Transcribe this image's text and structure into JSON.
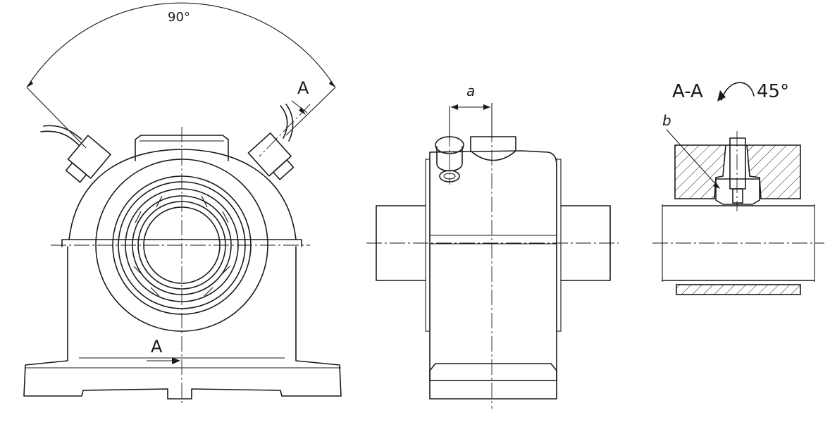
{
  "labels": {
    "angle_top": "90°",
    "section_mark_upper": "A",
    "section_mark_lower": "A",
    "dim_a": "a",
    "section_title_prefix": "A-A",
    "section_rotation": "45°",
    "detail_b": "b"
  }
}
